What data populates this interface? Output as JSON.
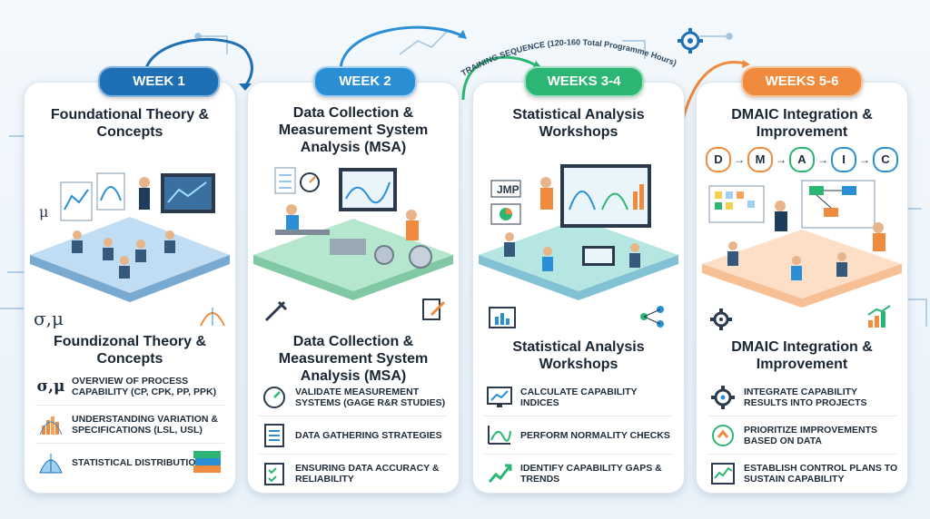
{
  "header": {
    "sequence_label": "TRAINING SEQUENCE (120-160 Total Programme Hours)"
  },
  "colors": {
    "week1": "#1e6fb3",
    "week2": "#2b8fd6",
    "week34": "#2bb673",
    "week56": "#f08a3c"
  },
  "cards": [
    {
      "pill": "WEEK 1",
      "title": "Foundational Theory & Concepts",
      "subtitle": "Foundizonal Theory & Concepts",
      "symbol": "σ,μ",
      "items": [
        {
          "text": "Overview of Process Capability (Cp, Cpk, Pp, Ppk)",
          "icon": "sigma-mu-icon"
        },
        {
          "text": "Understanding Variation & Specifications (LSL, USL)",
          "icon": "histogram-icon"
        },
        {
          "text": "Statistical Distributions",
          "icon": "bell-curve-icon"
        }
      ]
    },
    {
      "pill": "WEEK 2",
      "title": "Data Collection & Measurement System Analysis (MSA)",
      "subtitle": "Data Collection & Measurement System Analysis (MSA)",
      "items": [
        {
          "text": "Validate Measurement Systems (Gage R&R Studies)",
          "icon": "gauge-icon"
        },
        {
          "text": "Data Gathering Strategies",
          "icon": "checklist-icon"
        },
        {
          "text": "Ensuring Data Accuracy & Reliability",
          "icon": "clipboard-check-icon"
        }
      ]
    },
    {
      "pill": "WEEKS 3-4",
      "title": "Statistical Analysis Workshops",
      "subtitle": "Statistical Analysis Workshops",
      "screen_label": "JMP",
      "items": [
        {
          "text": "Calculate Capability Indices",
          "icon": "monitor-chart-icon"
        },
        {
          "text": "Perform Normality Checks",
          "icon": "trend-line-icon"
        },
        {
          "text": "Identify Capability Gaps & Trends",
          "icon": "uptrend-icon"
        }
      ]
    },
    {
      "pill": "WEEKS 5-6",
      "title": "DMAIC Integration & Improvement",
      "subtitle": "DMAIC Integration & Improvement",
      "dmaic": [
        "D",
        "M",
        "A",
        "I",
        "C"
      ],
      "items": [
        {
          "text": "Integrate Capability Results into Projects",
          "icon": "gear-icon"
        },
        {
          "text": "Prioritize Improvements Based on Data",
          "icon": "priority-arrows-icon"
        },
        {
          "text": "Establish Control Plans to Sustain Capability",
          "icon": "control-chart-icon"
        }
      ]
    }
  ]
}
